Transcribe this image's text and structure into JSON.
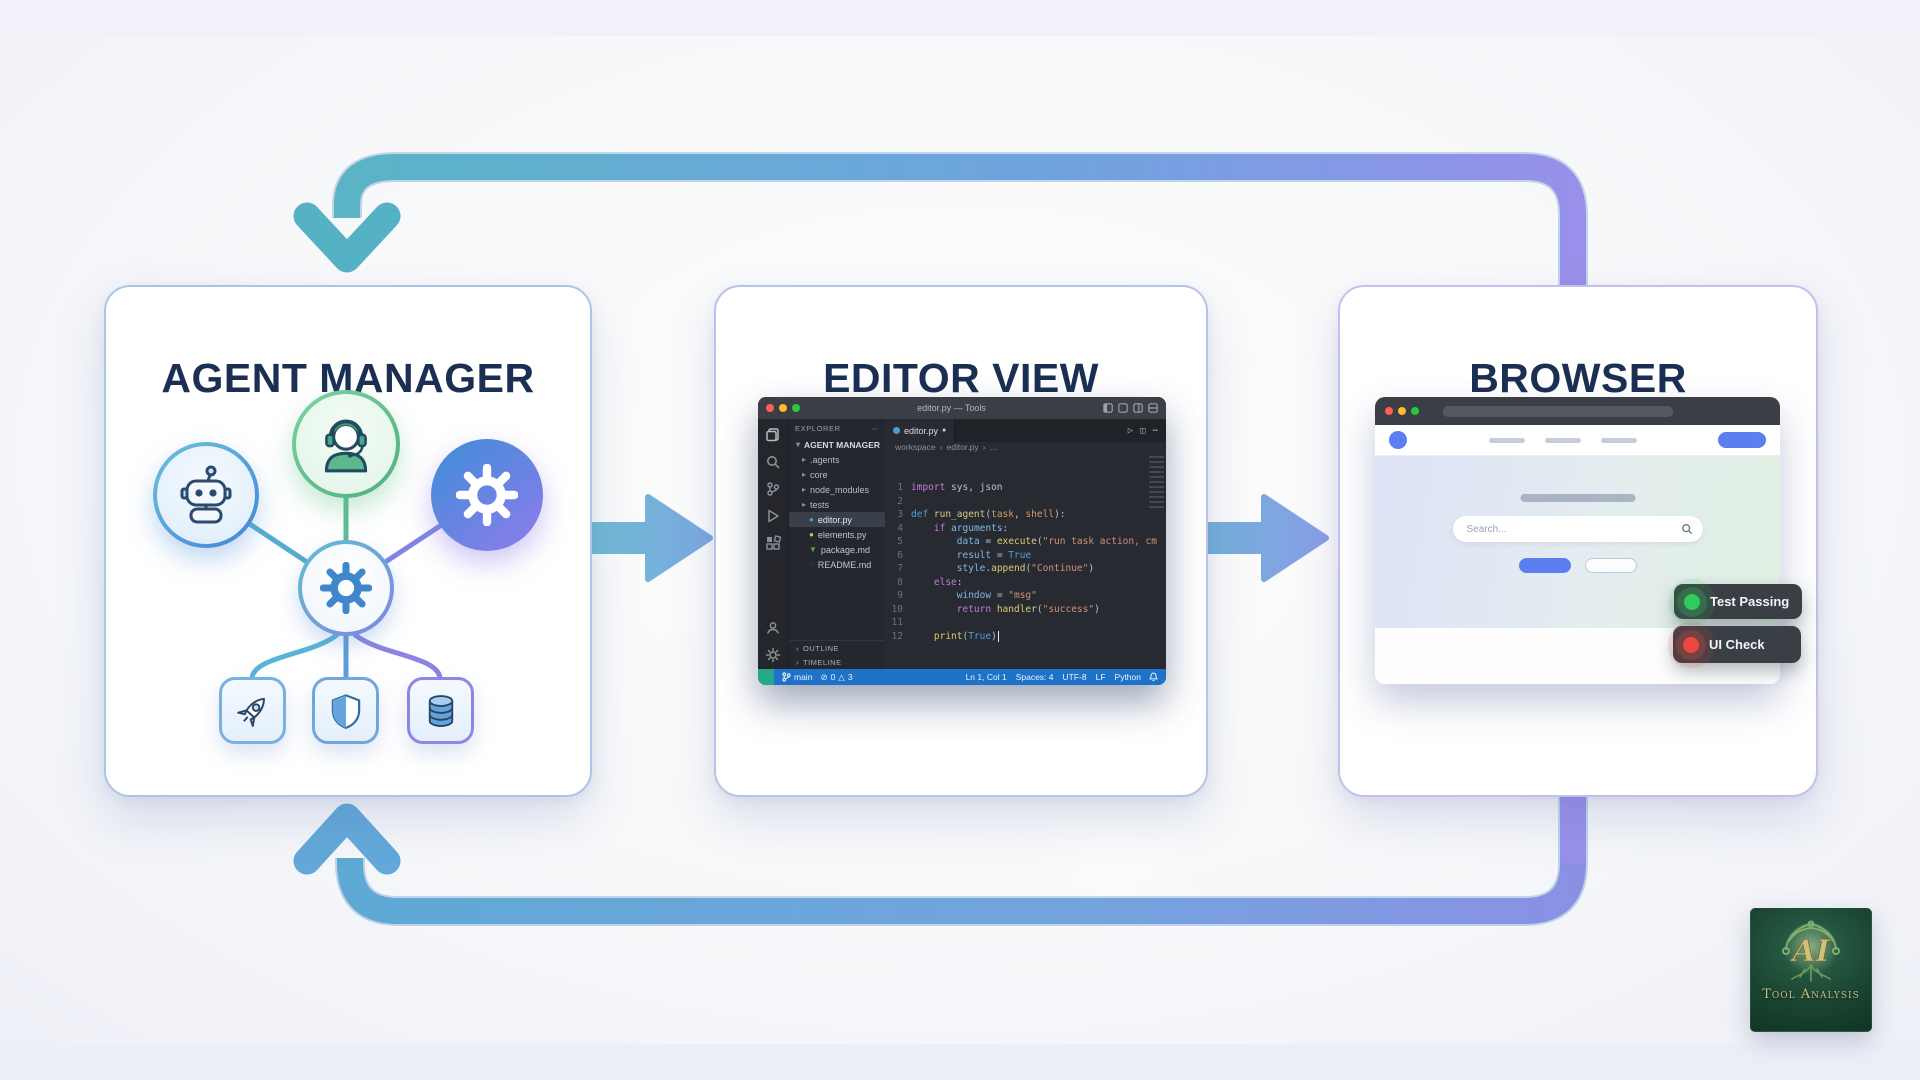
{
  "cards": [
    {
      "title": "AGENT MANAGER"
    },
    {
      "title": "EDITOR VIEW"
    },
    {
      "title": "BROWSER"
    }
  ],
  "agent_manager": {
    "nodes": [
      "robot",
      "operator",
      "gear",
      "core-gear",
      "rocket",
      "shield",
      "database"
    ]
  },
  "editor": {
    "window_title": "editor.py — Tools",
    "explorer": {
      "header": "EXPLORER",
      "more": "⋯",
      "items": [
        {
          "glyph": "▾",
          "label": "AGENT MANAGER",
          "kind": "root"
        },
        {
          "glyph": "▸",
          "label": ".agents",
          "kind": "folder"
        },
        {
          "glyph": "▸",
          "label": "core",
          "kind": "folder"
        },
        {
          "glyph": "▸",
          "label": "node_modules",
          "kind": "folder"
        },
        {
          "glyph": "▸",
          "label": "tests",
          "kind": "folder"
        },
        {
          "glyph": "●",
          "label": "editor.py",
          "kind": "file-py",
          "selected": true
        },
        {
          "glyph": "●",
          "label": "elements.py",
          "kind": "file-yml"
        },
        {
          "glyph": "▼",
          "label": "package.md",
          "kind": "file-md"
        },
        {
          "glyph": "◌",
          "label": "README.md",
          "kind": "file-readme"
        }
      ],
      "panels": [
        {
          "chevron": "›",
          "label": "OUTLINE"
        },
        {
          "chevron": "›",
          "label": "TIMELINE"
        }
      ]
    },
    "tab": {
      "label": "editor.py",
      "dirty": "●"
    },
    "tab_actions": [
      "▷",
      "◫",
      "⋯"
    ],
    "crumb_sep": "›",
    "breadcrumb": [
      "workspace",
      "editor.py",
      "…"
    ],
    "code": [
      [
        [
          "import",
          "kw"
        ],
        [
          " sys, json",
          "fg"
        ]
      ],
      [],
      [
        [
          "def ",
          "kwb"
        ],
        [
          "run_agent",
          "fn"
        ],
        [
          "(",
          "fg"
        ],
        [
          "task",
          "arg"
        ],
        [
          ", ",
          "fg"
        ],
        [
          "shell",
          "arg"
        ],
        [
          "):",
          "fg"
        ]
      ],
      [
        [
          "    ",
          "fg"
        ],
        [
          "if ",
          "kw"
        ],
        [
          "arguments",
          "var"
        ],
        [
          ":",
          "fg"
        ]
      ],
      [
        [
          "        ",
          "fg"
        ],
        [
          "data",
          "var"
        ],
        [
          " = ",
          "fg"
        ],
        [
          "execute",
          "fn"
        ],
        [
          "(",
          "fg"
        ],
        [
          "\"run task action, cm",
          "str"
        ]
      ],
      [
        [
          "        ",
          "fg"
        ],
        [
          "result",
          "var"
        ],
        [
          " = ",
          "fg"
        ],
        [
          "True",
          "kwb"
        ]
      ],
      [
        [
          "        ",
          "fg"
        ],
        [
          "style",
          "var"
        ],
        [
          ".",
          "fg"
        ],
        [
          "append",
          "fn"
        ],
        [
          "(",
          "fg"
        ],
        [
          "\"Continue\"",
          "str"
        ],
        [
          ")",
          "fg"
        ]
      ],
      [
        [
          "    ",
          "fg"
        ],
        [
          "else",
          "kw"
        ],
        [
          ":",
          "fg"
        ]
      ],
      [
        [
          "        ",
          "fg"
        ],
        [
          "window",
          "var"
        ],
        [
          " = ",
          "fg"
        ],
        [
          "\"msg\"",
          "str"
        ]
      ],
      [
        [
          "        ",
          "fg"
        ],
        [
          "return ",
          "kw"
        ],
        [
          "handler",
          "fn"
        ],
        [
          "(",
          "fg"
        ],
        [
          "\"success\"",
          "str"
        ],
        [
          ")",
          "fg"
        ]
      ],
      [],
      [
        [
          "    ",
          "fg"
        ],
        [
          "print",
          "fn"
        ],
        [
          "(",
          "fg"
        ],
        [
          "True",
          "kwb"
        ],
        [
          ")",
          "fg"
        ]
      ]
    ],
    "status": {
      "branch": "main",
      "error_glyph": "⊘",
      "errors": "0",
      "warn_glyph": "△",
      "warnings": "3",
      "right": [
        "Ln 1, Col 1",
        "Spaces: 4",
        "UTF-8",
        "LF",
        "Python"
      ]
    }
  },
  "browser": {
    "search_placeholder": "Search...",
    "badges": [
      {
        "label": "Test Passing",
        "color": "#2ecc5e"
      },
      {
        "label": "UI Check",
        "color": "#e8483d"
      }
    ]
  },
  "logo": {
    "monogram": "AI",
    "text": "Tool Analysis"
  },
  "colors": {
    "band_teal": "#58b5c4",
    "band_blue": "#6fa3de",
    "band_purple": "#9a8fea",
    "accent_blue": "#5b7ef0",
    "status_bar": "#1e73c9",
    "title_navy": "#1a2f52"
  }
}
